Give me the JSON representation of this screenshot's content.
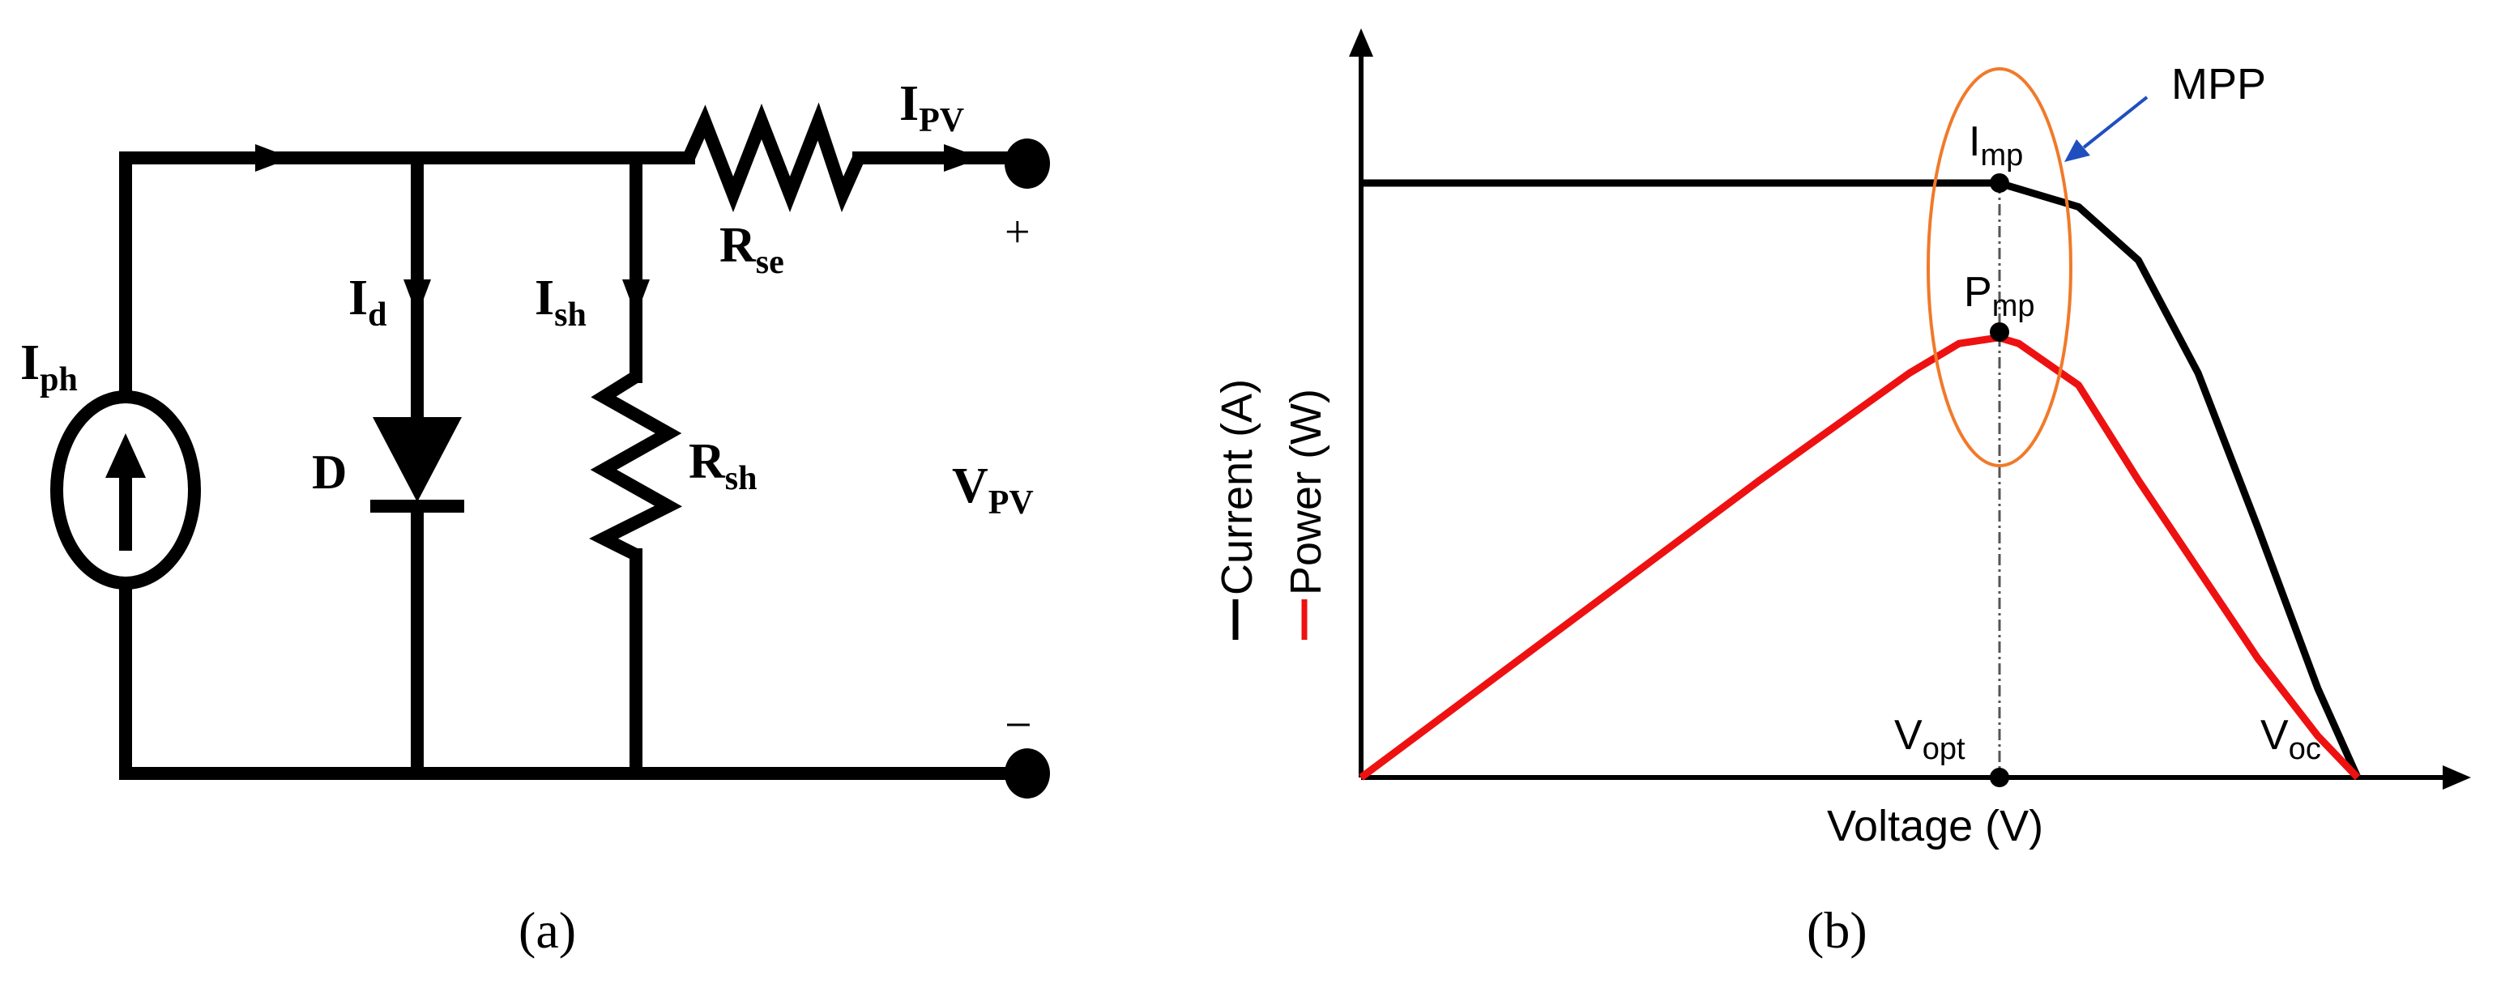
{
  "panel_a": {
    "caption": "(a)",
    "labels": {
      "iph_main": "I",
      "iph_sub": "ph",
      "id_main": "I",
      "id_sub": "d",
      "ish_main": "I",
      "ish_sub": "sh",
      "diode": "D",
      "rsh_main": "R",
      "rsh_sub": "sh",
      "rse_main": "R",
      "rse_sub": "se",
      "ipv_main": "I",
      "ipv_sub": "PV",
      "vpv_main": "V",
      "vpv_sub": "PV",
      "plus": "+",
      "minus": "−"
    }
  },
  "panel_b": {
    "caption": "(b)",
    "xlabel": "Voltage (V)",
    "legend": {
      "current": "Current (A)",
      "power": "Power (W)"
    },
    "annotations": {
      "mpp": "MPP",
      "imp_main": "I",
      "imp_sub": "mp",
      "pmp_main": "P",
      "pmp_sub": "mp",
      "vopt_main": "V",
      "vopt_sub": "opt",
      "voc_main": "V",
      "voc_sub": "oc"
    },
    "colors": {
      "current": "#000000",
      "power": "#ee1111",
      "mpp_ellipse": "#f07a2a",
      "mpp_arrow": "#1f4fbf"
    }
  },
  "chart_data": {
    "type": "line",
    "xlabel": "Voltage (V)",
    "ylabel": "",
    "x": [
      0,
      0.2,
      0.4,
      0.5,
      0.55,
      0.6,
      0.64,
      0.66,
      0.72,
      0.78,
      0.84,
      0.9,
      0.96,
      1.0
    ],
    "series": [
      {
        "name": "Current (A)",
        "values": [
          1.0,
          1.0,
          1.0,
          1.0,
          1.0,
          1.0,
          1.0,
          0.99,
          0.96,
          0.87,
          0.68,
          0.42,
          0.15,
          0.0
        ]
      },
      {
        "name": "Power (W)",
        "values": [
          0.0,
          0.25,
          0.5,
          0.62,
          0.68,
          0.73,
          0.74,
          0.73,
          0.66,
          0.5,
          0.35,
          0.2,
          0.07,
          0.0
        ]
      }
    ]
  }
}
